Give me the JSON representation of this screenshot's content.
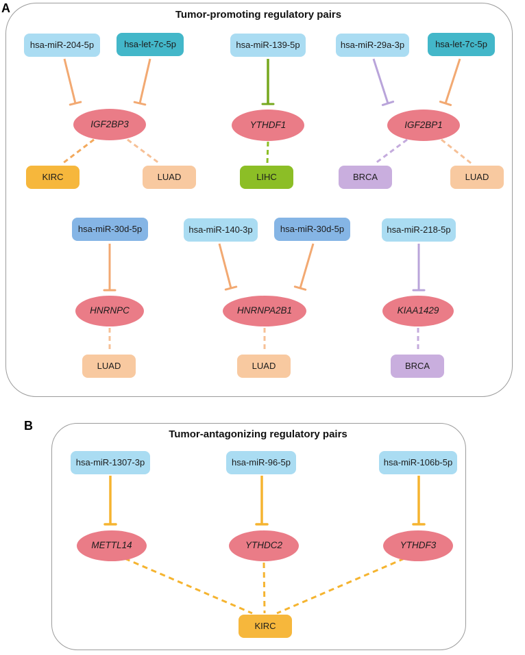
{
  "figure": {
    "panel_a": {
      "label": "A",
      "title": "Tumor-promoting regulatory pairs",
      "mirnas": {
        "mir204": "hsa-miR-204-5p",
        "let7c_a": "hsa-let-7c-5p",
        "mir139": "hsa-miR-139-5p",
        "mir29a": "hsa-miR-29a-3p",
        "let7c_b": "hsa-let-7c-5p",
        "mir30d_a": "hsa-miR-30d-5p",
        "mir140": "hsa-miR-140-3p",
        "mir30d_b": "hsa-miR-30d-5p",
        "mir218": "hsa-miR-218-5p"
      },
      "regulators": {
        "igf2bp3": "IGF2BP3",
        "ythdf1": "YTHDF1",
        "igf2bp1": "IGF2BP1",
        "hnrnpc": "HNRNPC",
        "hnrnpa2b1": "HNRNPA2B1",
        "kiaa1429": "KIAA1429"
      },
      "cancers": {
        "kirc": "KIRC",
        "luad_a": "LUAD",
        "lihc": "LIHC",
        "brca_a": "BRCA",
        "luad_b": "LUAD",
        "luad_c": "LUAD",
        "luad_d": "LUAD",
        "brca_b": "BRCA"
      }
    },
    "panel_b": {
      "label": "B",
      "title": "Tumor-antagonizing regulatory pairs",
      "mirnas": {
        "mir1307": "hsa-miR-1307-3p",
        "mir96": "hsa-miR-96-5p",
        "mir106b": "hsa-miR-106b-5p"
      },
      "regulators": {
        "mettl14": "METTL14",
        "ythdc2": "YTHDC2",
        "ythdf3": "YTHDF3"
      },
      "cancers": {
        "kirc": "KIRC"
      }
    },
    "colors": {
      "mirna_lightblue": "#aadcf2",
      "mirna_teal": "#43b7c9",
      "mirna_blue": "#85b5e5",
      "regulator_pink": "#ea7c87",
      "cancer_kirc_gold": "#f6b73c",
      "cancer_luad_peach": "#f8c9a0",
      "cancer_lihc_green": "#8cbe26",
      "cancer_brca_purple": "#c9aede",
      "edge_peach": "#f2a972",
      "edge_orange": "#f3a95c",
      "edge_green": "#76a81e",
      "edge_green_dash": "#8cbe26",
      "edge_purple": "#b9a4da",
      "edge_gold": "#f5b430"
    },
    "edges": [
      {
        "from": "hsa-miR-204-5p",
        "to": "IGF2BP3",
        "type": "inhibits",
        "color": "#f2a972"
      },
      {
        "from": "hsa-let-7c-5p",
        "to": "IGF2BP3",
        "type": "inhibits",
        "color": "#f2a972"
      },
      {
        "from": "hsa-miR-139-5p",
        "to": "YTHDF1",
        "type": "inhibits",
        "color": "#76a81e"
      },
      {
        "from": "hsa-miR-29a-3p",
        "to": "IGF2BP1",
        "type": "inhibits",
        "color": "#b9a4da"
      },
      {
        "from": "hsa-let-7c-5p",
        "to": "IGF2BP1",
        "type": "inhibits",
        "color": "#f2a972"
      },
      {
        "from": "hsa-miR-30d-5p",
        "to": "HNRNPC",
        "type": "inhibits",
        "color": "#f2a972"
      },
      {
        "from": "hsa-miR-140-3p",
        "to": "HNRNPA2B1",
        "type": "inhibits",
        "color": "#f2a972"
      },
      {
        "from": "hsa-miR-30d-5p",
        "to": "HNRNPA2B1",
        "type": "inhibits",
        "color": "#f2a972"
      },
      {
        "from": "hsa-miR-218-5p",
        "to": "KIAA1429",
        "type": "inhibits",
        "color": "#b9a4da"
      },
      {
        "from": "IGF2BP3",
        "to": "KIRC",
        "type": "associated",
        "color": "#f3a95c"
      },
      {
        "from": "IGF2BP3",
        "to": "LUAD",
        "type": "associated",
        "color": "#f6c096"
      },
      {
        "from": "YTHDF1",
        "to": "LIHC",
        "type": "associated",
        "color": "#8cbe26"
      },
      {
        "from": "IGF2BP1",
        "to": "BRCA",
        "type": "associated",
        "color": "#c4abdd"
      },
      {
        "from": "IGF2BP1",
        "to": "LUAD",
        "type": "associated",
        "color": "#f6c096"
      },
      {
        "from": "HNRNPC",
        "to": "LUAD",
        "type": "associated",
        "color": "#f6c096"
      },
      {
        "from": "HNRNPA2B1",
        "to": "LUAD",
        "type": "associated",
        "color": "#f6c096"
      },
      {
        "from": "KIAA1429",
        "to": "BRCA",
        "type": "associated",
        "color": "#c4abdd"
      },
      {
        "from": "hsa-miR-1307-3p",
        "to": "METTL14",
        "type": "inhibits",
        "color": "#f5b430"
      },
      {
        "from": "hsa-miR-96-5p",
        "to": "YTHDC2",
        "type": "inhibits",
        "color": "#f5b430"
      },
      {
        "from": "hsa-miR-106b-5p",
        "to": "YTHDF3",
        "type": "inhibits",
        "color": "#f5b430"
      },
      {
        "from": "METTL14",
        "to": "KIRC",
        "type": "associated",
        "color": "#f5b430"
      },
      {
        "from": "YTHDC2",
        "to": "KIRC",
        "type": "associated",
        "color": "#f5b430"
      },
      {
        "from": "YTHDF3",
        "to": "KIRC",
        "type": "associated",
        "color": "#f5b430"
      }
    ]
  }
}
